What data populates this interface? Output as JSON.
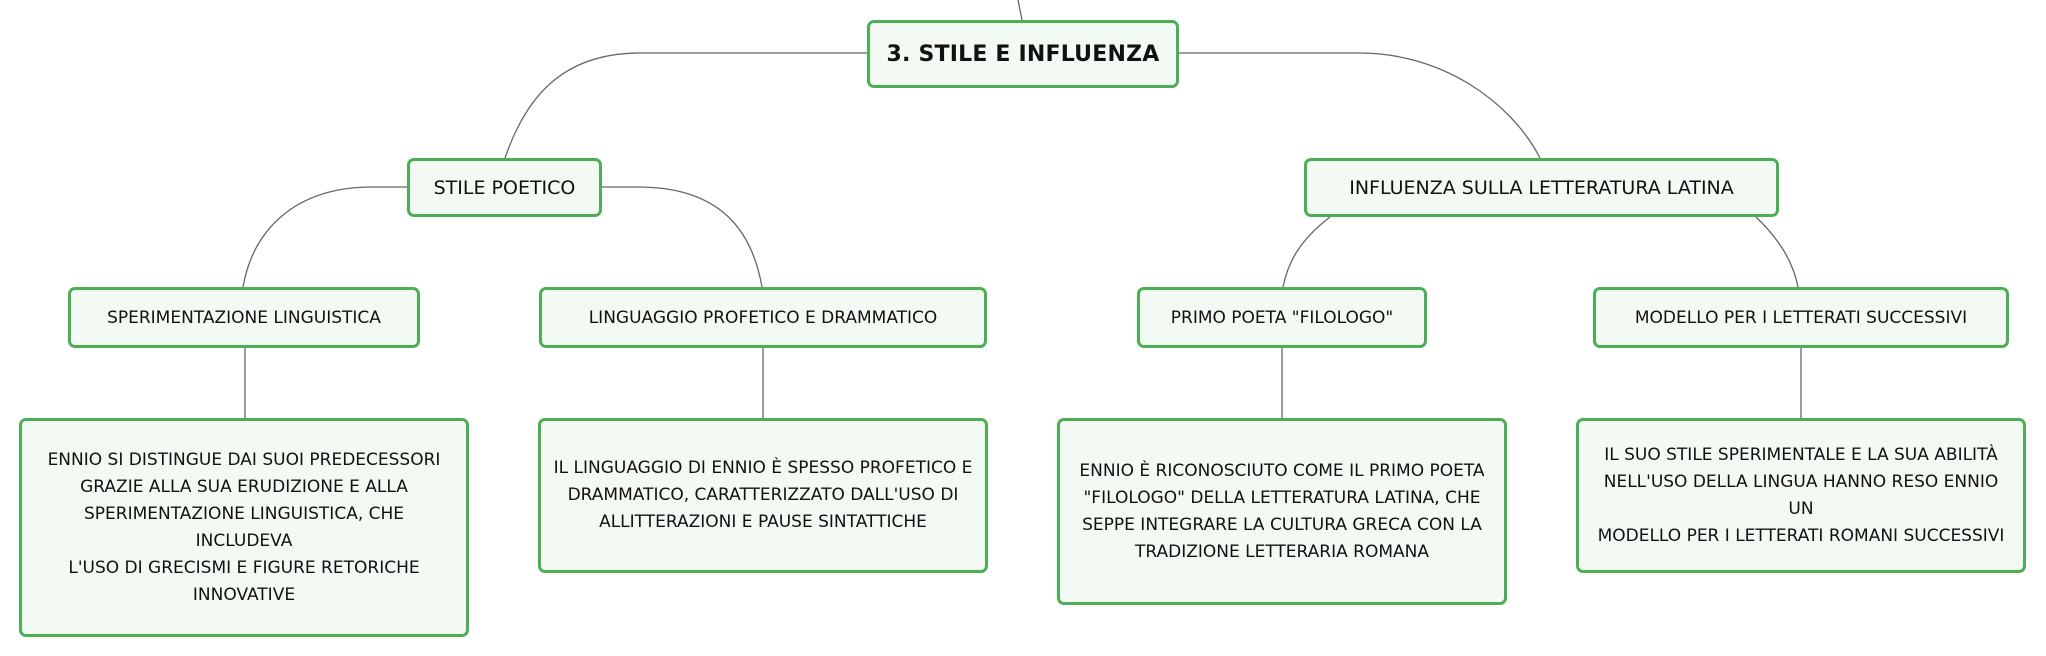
{
  "colors": {
    "node_border": "#4caf55",
    "node_fill": "#f3f9f3",
    "connector": "#666666",
    "text": "#111111"
  },
  "root": {
    "label": "3. STILE E INFLUENZA"
  },
  "branches": {
    "stile": {
      "label": "STILE POETICO",
      "sperimentazione": {
        "label": "SPERIMENTAZIONE LINGUISTICA",
        "detail_lines": [
          "ENNIO SI DISTINGUE DAI SUOI PREDECESSORI",
          "GRAZIE ALLA SUA ERUDIZIONE E ALLA",
          "SPERIMENTAZIONE LINGUISTICA, CHE INCLUDEVA",
          "L'USO DI GRECISMI E FIGURE RETORICHE",
          "INNOVATIVE"
        ]
      },
      "linguaggio": {
        "label": "LINGUAGGIO PROFETICO E DRAMMATICO",
        "detail_lines": [
          "IL LINGUAGGIO DI ENNIO È SPESSO PROFETICO E",
          "DRAMMATICO, CARATTERIZZATO DALL'USO DI",
          "ALLITTERAZIONI E PAUSE SINTATTICHE"
        ]
      }
    },
    "influenza": {
      "label": "INFLUENZA SULLA LETTERATURA LATINA",
      "filologo": {
        "label": "PRIMO POETA \"FILOLOGO\"",
        "detail_lines": [
          "ENNIO È RICONOSCIUTO COME IL PRIMO POETA",
          "\"FILOLOGO\" DELLA LETTERATURA LATINA, CHE",
          "SEPPE INTEGRARE LA CULTURA GRECA CON LA",
          "TRADIZIONE LETTERARIA ROMANA"
        ]
      },
      "modello": {
        "label": "MODELLO PER I LETTERATI SUCCESSIVI",
        "detail_lines": [
          "IL SUO STILE SPERIMENTALE E LA SUA ABILITÀ",
          "NELL'USO DELLA LINGUA HANNO RESO ENNIO UN",
          "MODELLO PER I LETTERATI ROMANI SUCCESSIVI"
        ]
      }
    }
  }
}
